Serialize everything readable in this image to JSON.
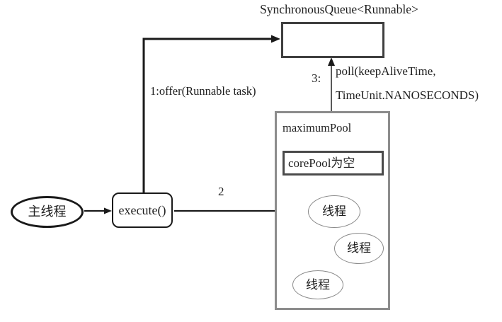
{
  "diagram": {
    "queue": {
      "title": "SynchronousQueue<Runnable>"
    },
    "labels": {
      "offer": "1:offer(Runnable task)",
      "step2": "2",
      "step3": "3:",
      "poll_line1": "poll(keepAliveTime,",
      "poll_line2": "TimeUnit.NANOSECONDS)"
    },
    "main_thread": {
      "label": "主线程"
    },
    "execute": {
      "label": "execute()"
    },
    "maximum_pool": {
      "title": "maximumPool",
      "core_pool_note": "corePool为空",
      "threads": [
        {
          "label": "线程"
        },
        {
          "label": "线程"
        },
        {
          "label": "线程"
        }
      ]
    },
    "colors": {
      "line": "#1a1a1a",
      "queue_border": "#3f3f3f",
      "pool_border": "#8c8c8c",
      "core_note_border": "#4a4a4a",
      "thread_ellipse_border": "#8a8a8a"
    }
  }
}
